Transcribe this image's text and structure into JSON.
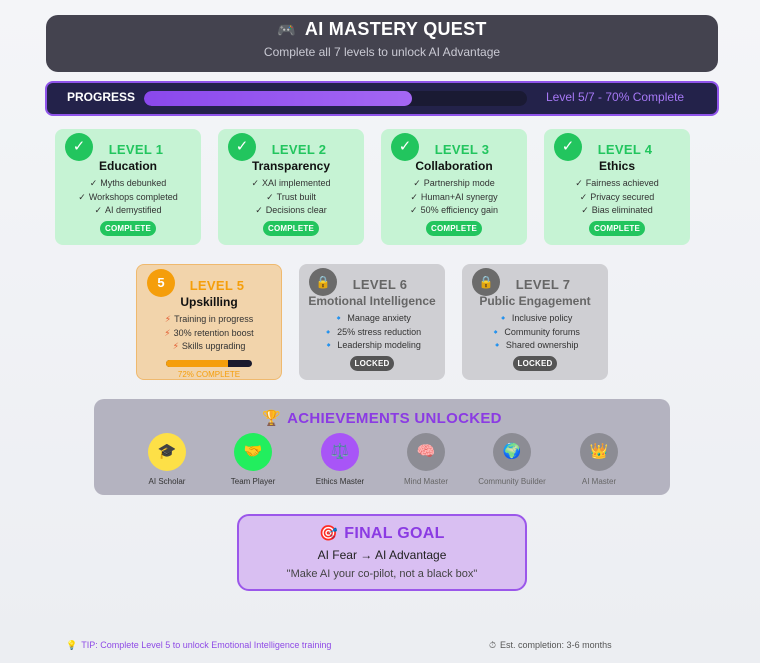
{
  "header": {
    "icon": "gamepad-icon",
    "icon_glyph": "🎮",
    "title": "AI MASTERY QUEST",
    "subtitle": "Complete all 7 levels to unlock AI Advantage"
  },
  "progress": {
    "label": "PROGRESS",
    "percent": 70,
    "status": "Level 5/7 - 70% Complete"
  },
  "levels": [
    {
      "level": "LEVEL 1",
      "name": "Education",
      "badge": "✓",
      "state": "complete",
      "items": [
        "Myths debunked",
        "Workshops completed",
        "AI demystified"
      ],
      "marker": "✓",
      "tag": "COMPLETE"
    },
    {
      "level": "LEVEL 2",
      "name": "Transparency",
      "badge": "✓",
      "state": "complete",
      "items": [
        "XAI implemented",
        "Trust built",
        "Decisions clear"
      ],
      "marker": "✓",
      "tag": "COMPLETE"
    },
    {
      "level": "LEVEL 3",
      "name": "Collaboration",
      "badge": "✓",
      "state": "complete",
      "items": [
        "Partnership mode",
        "Human+AI synergy",
        "50% efficiency gain"
      ],
      "marker": "✓",
      "tag": "COMPLETE"
    },
    {
      "level": "LEVEL 4",
      "name": "Ethics",
      "badge": "✓",
      "state": "complete",
      "items": [
        "Fairness achieved",
        "Privacy secured",
        "Bias eliminated"
      ],
      "marker": "✓",
      "tag": "COMPLETE"
    },
    {
      "level": "LEVEL 5",
      "name": "Upskilling",
      "badge": "5",
      "state": "in-progress",
      "items": [
        "Training in progress",
        "30% retention boost",
        "Skills upgrading"
      ],
      "marker": "⚡",
      "progress_percent": 72,
      "progress_label": "72% COMPLETE"
    },
    {
      "level": "LEVEL 6",
      "name": "Emotional Intelligence",
      "badge": "🔒",
      "state": "locked",
      "items": [
        "Manage anxiety",
        "25% stress reduction",
        "Leadership modeling"
      ],
      "marker": "🔹",
      "tag": "LOCKED"
    },
    {
      "level": "LEVEL 7",
      "name": "Public Engagement",
      "badge": "🔒",
      "state": "locked",
      "items": [
        "Inclusive policy",
        "Community forums",
        "Shared ownership"
      ],
      "marker": "🔹",
      "tag": "LOCKED"
    }
  ],
  "achievements": {
    "icon": "trophy-icon",
    "icon_glyph": "🏆",
    "title": "ACHIEVEMENTS UNLOCKED",
    "items": [
      {
        "label": "AI Scholar",
        "glyph": "🎓",
        "icon": "graduation-cap-icon",
        "color": "#fde047",
        "unlocked": true
      },
      {
        "label": "Team Player",
        "glyph": "🤝",
        "icon": "handshake-icon",
        "color": "#22ee5e",
        "unlocked": true
      },
      {
        "label": "Ethics Master",
        "glyph": "⚖️",
        "icon": "scales-icon",
        "color": "#a855f7",
        "unlocked": true
      },
      {
        "label": "Mind Master",
        "glyph": "🧠",
        "icon": "brain-icon",
        "color": "#8c8c94",
        "unlocked": false
      },
      {
        "label": "Community Builder",
        "glyph": "🌍",
        "icon": "globe-icon",
        "color": "#8c8c94",
        "unlocked": false
      },
      {
        "label": "AI Master",
        "glyph": "👑",
        "icon": "crown-icon",
        "color": "#8c8c94",
        "unlocked": false
      }
    ]
  },
  "final_goal": {
    "icon": "target-icon",
    "icon_glyph": "🎯",
    "title": "FINAL GOAL",
    "subtitle": "AI Fear → AI Advantage",
    "quote": "\"Make AI your co-pilot, not a black box\""
  },
  "footer": {
    "tip_icon": "lightbulb-icon",
    "tip_glyph": "💡",
    "tip": "TIP: Complete Level 5 to unlock Emotional Intelligence training",
    "est_icon": "stopwatch-icon",
    "est_glyph": "⏱",
    "estimate": "Est. completion: 3-6 months"
  }
}
